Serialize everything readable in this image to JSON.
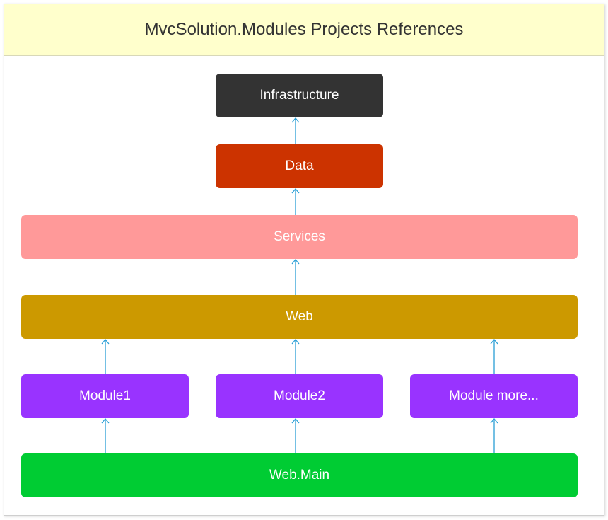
{
  "title": "MvcSolution.Modules Projects References",
  "nodes": {
    "infrastructure": {
      "label": "Infrastructure",
      "color": "#333333"
    },
    "data": {
      "label": "Data",
      "color": "#cc3300"
    },
    "services": {
      "label": "Services",
      "color": "#ff9999"
    },
    "web": {
      "label": "Web",
      "color": "#cc9900"
    },
    "module1": {
      "label": "Module1",
      "color": "#9933ff"
    },
    "module2": {
      "label": "Module2",
      "color": "#9933ff"
    },
    "module_more": {
      "label": "Module more...",
      "color": "#9933ff"
    },
    "web_main": {
      "label": "Web.Main",
      "color": "#00cc33"
    }
  },
  "edges": [
    {
      "from": "data",
      "to": "infrastructure"
    },
    {
      "from": "services",
      "to": "data"
    },
    {
      "from": "web",
      "to": "services"
    },
    {
      "from": "module1",
      "to": "web"
    },
    {
      "from": "module2",
      "to": "web"
    },
    {
      "from": "module_more",
      "to": "web"
    },
    {
      "from": "web_main",
      "to": "module1"
    },
    {
      "from": "web_main",
      "to": "module2"
    },
    {
      "from": "web_main",
      "to": "module_more"
    }
  ],
  "arrow_color": "#2a9fd6"
}
